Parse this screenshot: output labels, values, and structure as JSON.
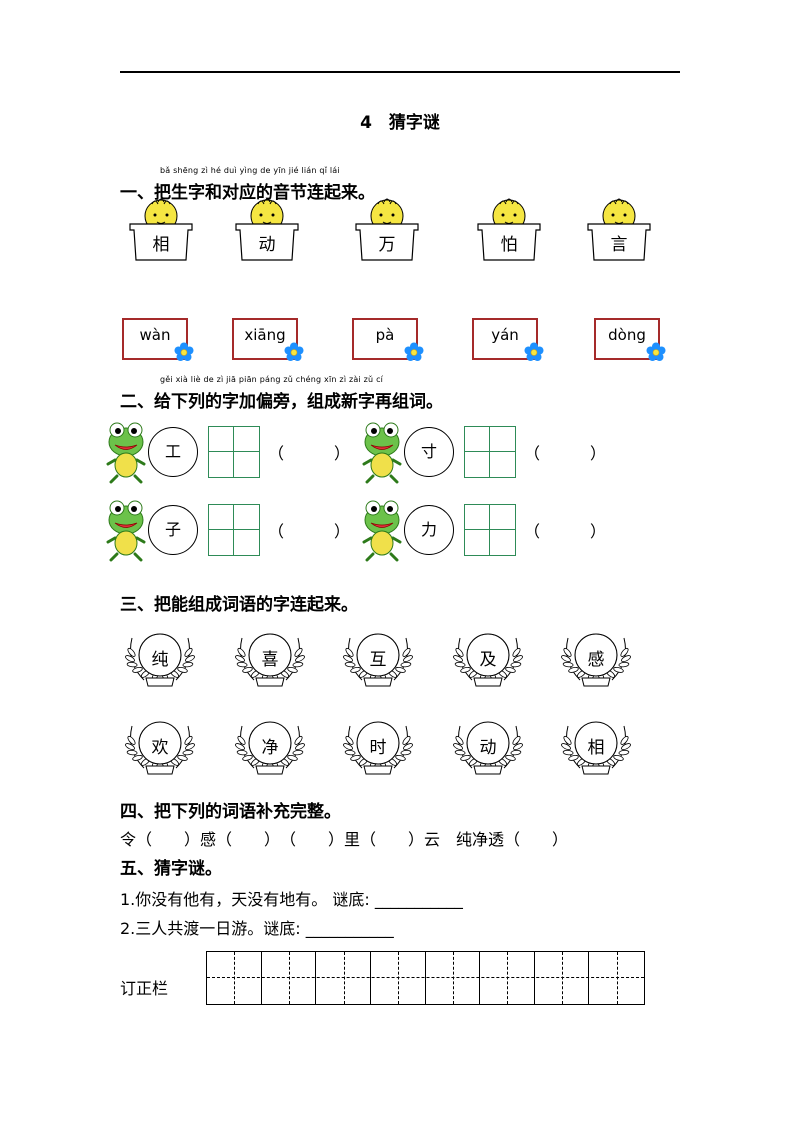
{
  "title": "4　猜字谜",
  "section1": {
    "pinyin_line": "bǎ shēng zì hé duì yìng de yīn jié lián qǐ lái",
    "heading": "一、把生字和对应的音节连起来。",
    "characters": [
      "相",
      "动",
      "万",
      "怕",
      "言"
    ],
    "pinyin": [
      "wàn",
      "xiāng",
      "pà",
      "yán",
      "dòng"
    ]
  },
  "section2": {
    "pinyin_line": "gěi xià liè de zì jiā piān páng   zǔ chéng xīn zì zài zǔ cí",
    "heading": "二、给下列的字加偏旁，组成新字再组词。",
    "characters": [
      "工",
      "寸",
      "子",
      "力"
    ],
    "paren_open": "（",
    "paren_close": "）"
  },
  "section3": {
    "heading": "三、把能组成词语的字连起来。",
    "row1": [
      "纯",
      "喜",
      "互",
      "及",
      "感"
    ],
    "row2": [
      "欢",
      "净",
      "时",
      "动",
      "相"
    ]
  },
  "section4": {
    "heading": "四、把下列的词语补充完整。",
    "line": "令（　　）感（　　）　（　　）里（　　）云　纯净透（　　）"
  },
  "section5": {
    "heading": "五、猜字谜。",
    "q1": "1.你没有他有，天没有地有。 谜底: ___________",
    "q2": "2.三人共渡一日游。谜底: ___________"
  },
  "correction_label": "订正栏",
  "colors": {
    "card_border": "#a52a2a",
    "grid_green": "#2e8b57",
    "face_yellow": "#f5e642",
    "flower_blue": "#1e90ff"
  },
  "icons": {
    "character_card": "cartoon-baby-face-icon",
    "pinyin_card": "blue-flower-icon",
    "frog": "frog-icon",
    "wreath": "laurel-wreath-icon"
  }
}
